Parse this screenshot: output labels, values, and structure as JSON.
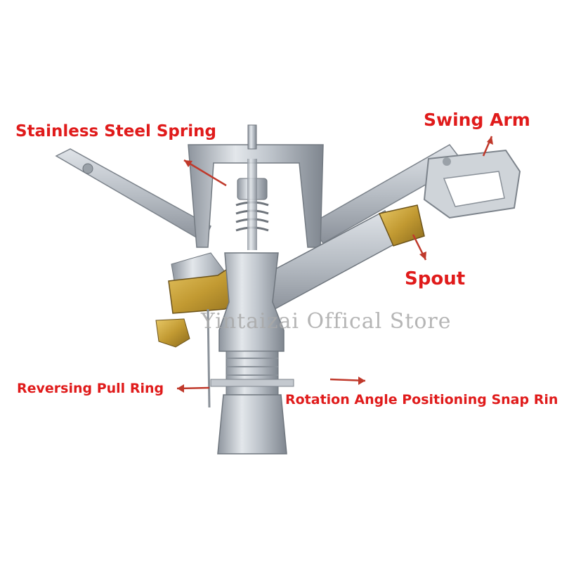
{
  "callouts": {
    "stainless_steel_spring": "Stainless Steel Spring",
    "swing_arm": "Swing Arm",
    "spout": "Spout",
    "reversing_pull_ring": "Reversing Pull Ring",
    "rotation_angle_snap_ring": "Rotation Angle Positioning Snap Rin"
  },
  "watermark": "Yintaizai Offical Store",
  "colors": {
    "callout_text": "#e01b1b",
    "arrow": "#c0392b",
    "metal": "#c8cdd3",
    "brass": "#c9a23a",
    "watermark": "#a9a9a9"
  }
}
